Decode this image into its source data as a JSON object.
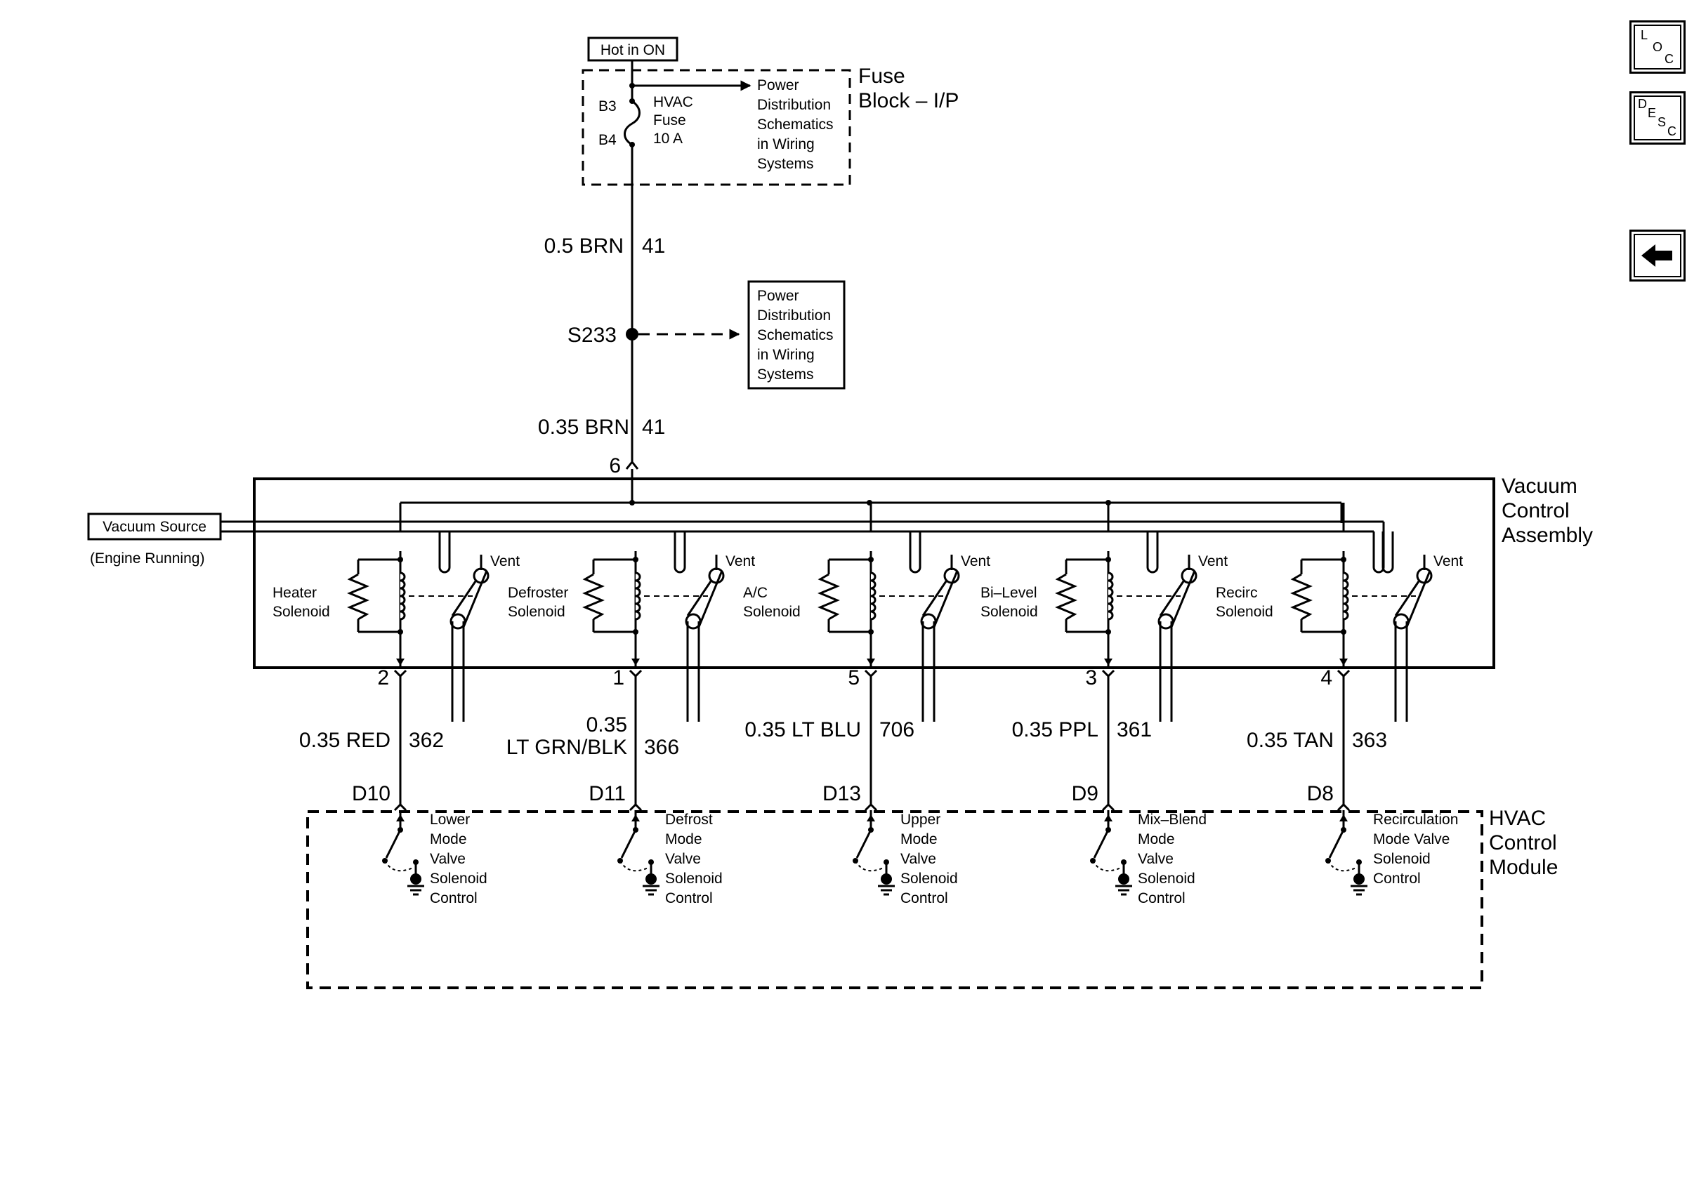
{
  "power": {
    "hot_label": "Hot in ON",
    "fuse_block_label": [
      "Fuse",
      "Block – I/P"
    ],
    "fuse_terminal_top": "B3",
    "fuse_terminal_bottom": "B4",
    "fuse_label": [
      "HVAC",
      "Fuse",
      "10 A"
    ],
    "ref_top": [
      "Power",
      "Distribution",
      "Schematics",
      "in Wiring",
      "Systems"
    ],
    "wire_top": {
      "size_color": "0.5 BRN",
      "circuit": "41"
    },
    "splice": "S233",
    "ref_splice": [
      "Power",
      "Distribution",
      "Schematics",
      "in Wiring",
      "Systems"
    ],
    "wire_bottom": {
      "size_color": "0.35 BRN",
      "circuit": "41"
    },
    "vca_pin": "6"
  },
  "vacuum": {
    "source_label": "Vacuum Source",
    "source_note": "(Engine Running)",
    "assembly_label": [
      "Vacuum",
      "Control",
      "Assembly"
    ]
  },
  "module": {
    "label": [
      "HVAC",
      "Control",
      "Module"
    ]
  },
  "channels": [
    {
      "solenoid": [
        "Heater",
        "Solenoid"
      ],
      "vent": "Vent",
      "vca_pin": "2",
      "wire_size": [
        "0.35 RED"
      ],
      "circuit": "362",
      "module_pin": "D10",
      "control": [
        "Lower",
        "Mode",
        "Valve",
        "Solenoid",
        "Control"
      ]
    },
    {
      "solenoid": [
        "Defroster",
        "Solenoid"
      ],
      "vent": "Vent",
      "vca_pin": "1",
      "wire_size": [
        "0.35",
        "LT GRN/BLK"
      ],
      "circuit": "366",
      "module_pin": "D11",
      "control": [
        "Defrost",
        "Mode",
        "Valve",
        "Solenoid",
        "Control"
      ]
    },
    {
      "solenoid": [
        "A/C",
        "Solenoid"
      ],
      "vent": "Vent",
      "vca_pin": "5",
      "wire_size": [
        "0.35 LT BLU"
      ],
      "circuit": "706",
      "module_pin": "D13",
      "control": [
        "Upper",
        "Mode",
        "Valve",
        "Solenoid",
        "Control"
      ]
    },
    {
      "solenoid": [
        "Bi–Level",
        "Solenoid"
      ],
      "vent": "Vent",
      "vca_pin": "3",
      "wire_size": [
        "0.35 PPL"
      ],
      "circuit": "361",
      "module_pin": "D9",
      "control": [
        "Mix–Blend",
        "Mode",
        "Valve",
        "Solenoid",
        "Control"
      ]
    },
    {
      "solenoid": [
        "Recirc",
        "Solenoid"
      ],
      "vent": "Vent",
      "vca_pin": "4",
      "wire_size": [
        "0.35 TAN"
      ],
      "circuit": "363",
      "module_pin": "D8",
      "control": [
        "Recirculation",
        "Mode Valve",
        "Solenoid",
        "Control"
      ]
    }
  ],
  "nav": {
    "loc": [
      "L",
      "O",
      "C"
    ],
    "desc": [
      "D",
      "E",
      "S",
      "C"
    ],
    "back_icon": "left-arrow-icon"
  }
}
